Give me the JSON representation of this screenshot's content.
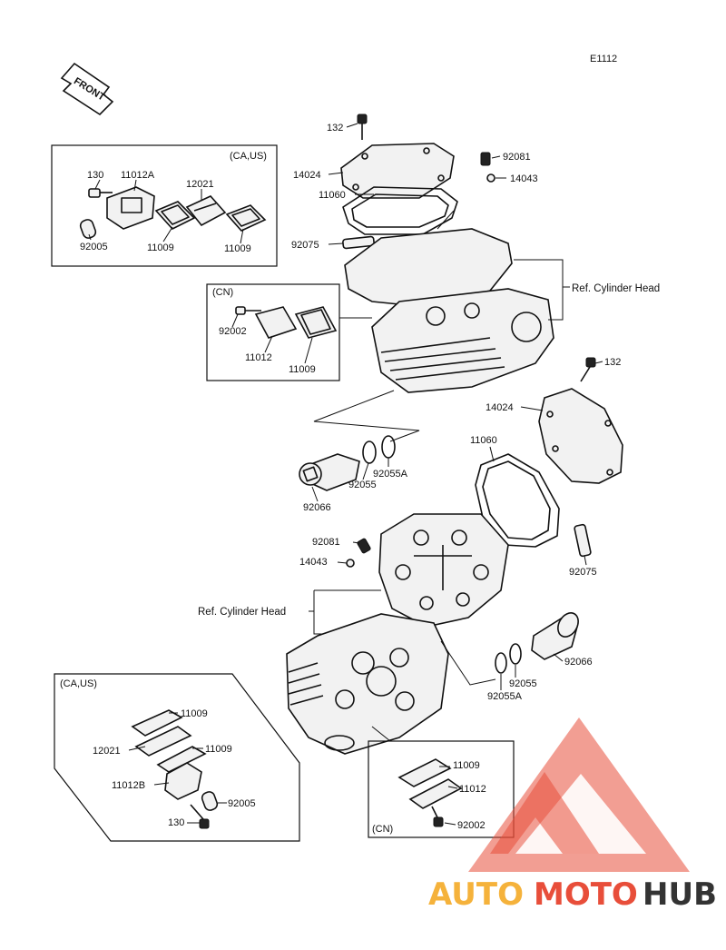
{
  "diagram_code": "E1112",
  "front_label": "FRONT",
  "ref_cylinder_head": "Ref. Cylinder Head",
  "box_labels": {
    "ca_us_top": "(CA,US)",
    "cn_top": "(CN)",
    "ca_us_bottom": "(CA,US)",
    "cn_bottom": "(CN)"
  },
  "parts": {
    "p132": "132",
    "p14024": "14024",
    "p11060": "11060",
    "p92075": "92075",
    "p92081": "92081",
    "p14043": "14043",
    "p130": "130",
    "p11012A": "11012A",
    "p12021": "12021",
    "p92005": "92005",
    "p11009": "11009",
    "p92002": "92002",
    "p11012": "11012",
    "p92055": "92055",
    "p92055A": "92055A",
    "p92066": "92066",
    "p11012B": "11012B"
  },
  "watermark": {
    "auto": "AUTO",
    "moto": "MOTO",
    "hub": "HUB"
  }
}
